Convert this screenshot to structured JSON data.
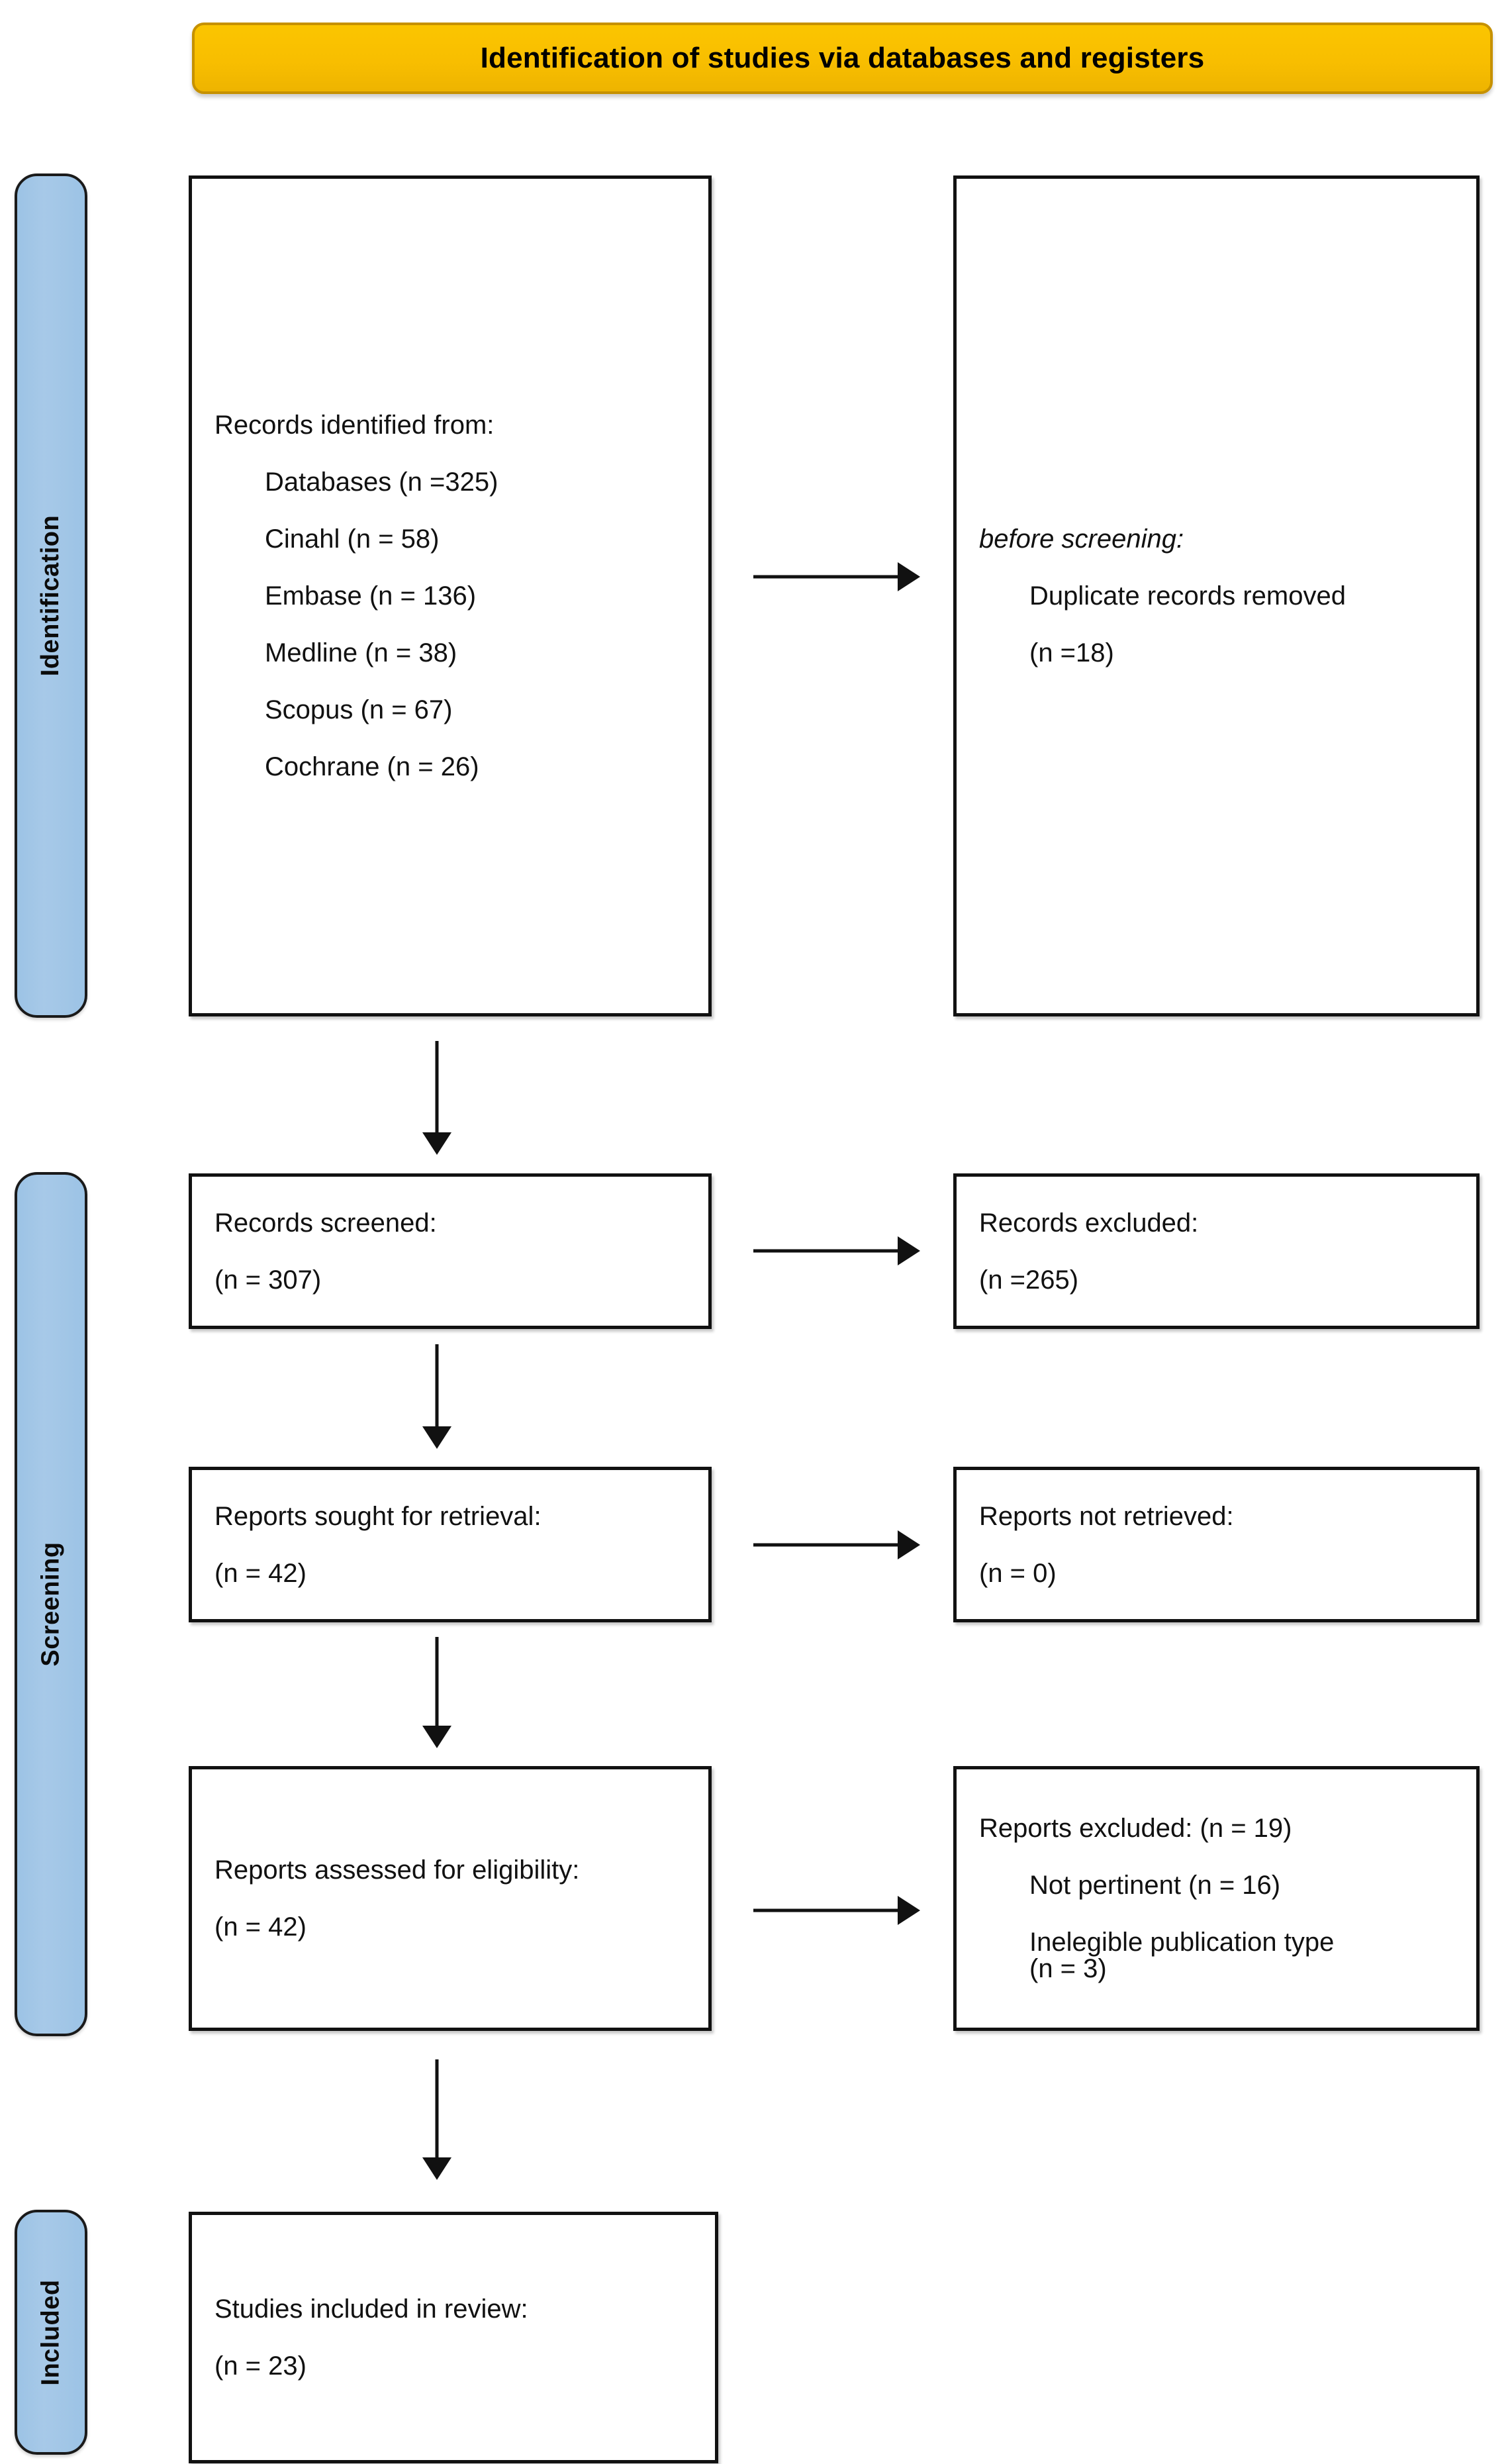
{
  "banner": {
    "title": "Identification of studies via databases and registers",
    "fill_color": "#F8BE00",
    "border_color": "#C69100"
  },
  "stages": {
    "fill_color": "#9CC3E5",
    "identification": "Identification",
    "screening": "Screening",
    "included": "Included"
  },
  "boxes": {
    "identified": {
      "heading": "Records identified from:",
      "items": [
        "Databases (n =325)",
        "Cinahl (n = 58)",
        "Embase (n = 136)",
        "Medline (n = 38)",
        "Scopus (n = 67)",
        "Cochrane (n = 26)"
      ]
    },
    "duplicates": {
      "heading": "before screening:",
      "line1": "Duplicate records removed",
      "line2": "(n =18)"
    },
    "screened": {
      "heading": "Records screened:",
      "count": "(n = 307)"
    },
    "records_excluded": {
      "heading": "Records excluded:",
      "count": "(n =265)"
    },
    "sought": {
      "heading": "Reports sought for retrieval:",
      "count": "(n = 42)"
    },
    "not_retrieved": {
      "heading": "Reports not retrieved:",
      "count": "(n = 0)"
    },
    "assessed": {
      "heading": "Reports assessed for eligibility:",
      "count": "(n = 42)"
    },
    "reports_excluded": {
      "heading": "Reports excluded: (n = 19)",
      "reason1": "Not pertinent (n = 16)",
      "reason2": "Inelegible publication type",
      "reason2_count": "(n = 3)"
    },
    "included": {
      "heading": "Studies included in review:",
      "count": "(n = 23)"
    }
  },
  "chart_data": {
    "type": "diagram",
    "title": "Identification of studies via databases and registers",
    "flow": [
      {
        "stage": "Identification",
        "label": "Records identified from databases",
        "n": 325
      },
      {
        "stage": "Identification",
        "label": "Cinahl",
        "n": 58
      },
      {
        "stage": "Identification",
        "label": "Embase",
        "n": 136
      },
      {
        "stage": "Identification",
        "label": "Medline",
        "n": 38
      },
      {
        "stage": "Identification",
        "label": "Scopus",
        "n": 67
      },
      {
        "stage": "Identification",
        "label": "Cochrane",
        "n": 26
      },
      {
        "stage": "Identification",
        "label": "Duplicate records removed before screening",
        "n": 18
      },
      {
        "stage": "Screening",
        "label": "Records screened",
        "n": 307
      },
      {
        "stage": "Screening",
        "label": "Records excluded",
        "n": 265
      },
      {
        "stage": "Screening",
        "label": "Reports sought for retrieval",
        "n": 42
      },
      {
        "stage": "Screening",
        "label": "Reports not retrieved",
        "n": 0
      },
      {
        "stage": "Screening",
        "label": "Reports assessed for eligibility",
        "n": 42
      },
      {
        "stage": "Screening",
        "label": "Reports excluded",
        "n": 19
      },
      {
        "stage": "Screening",
        "label": "Reports excluded - Not pertinent",
        "n": 16
      },
      {
        "stage": "Screening",
        "label": "Reports excluded - Inelegible publication type",
        "n": 3
      },
      {
        "stage": "Included",
        "label": "Studies included in review",
        "n": 23
      }
    ]
  }
}
